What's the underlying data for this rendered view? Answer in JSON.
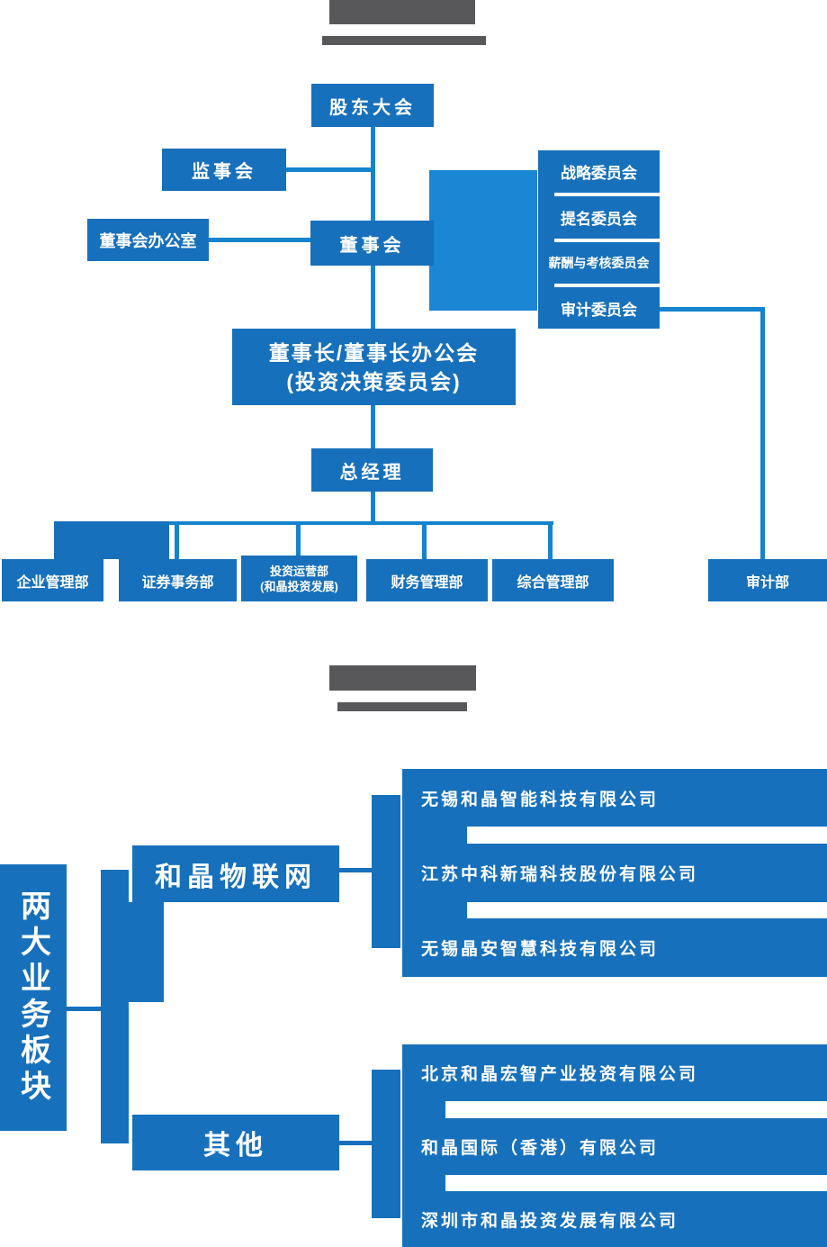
{
  "colors": {
    "primary_blue": "#1770bb",
    "light_blue_connector": "#1b86d3",
    "line_blue": "#1583cd",
    "title_bar_gray": "#58585a",
    "text_white": "#ffffff",
    "background": "#ffffff"
  },
  "section1": {
    "shareholders_meeting": "股东大会",
    "supervisory_board": "监事会",
    "board_office": "董事会办公室",
    "board_of_directors": "董事会",
    "committees": [
      "战略委员会",
      "提名委员会",
      "薪酬与考核委员会",
      "审计委员会"
    ],
    "chairman_line1": "董事长/董事长办公会",
    "chairman_line2": "(投资决策委员会)",
    "general_manager": "总经理",
    "departments": [
      {
        "name": "企业管理部"
      },
      {
        "name": "证券事务部"
      },
      {
        "name": "投资运营部",
        "sub": "(和晶投资发展)"
      },
      {
        "name": "财务管理部"
      },
      {
        "name": "综合管理部"
      }
    ],
    "audit_department": "审计部"
  },
  "section2": {
    "vertical_title": "两大业务板块",
    "branches": [
      {
        "label": "和晶物联网",
        "companies": [
          "无锡和晶智能科技有限公司",
          "江苏中科新瑞科技股份有限公司",
          "无锡晶安智慧科技有限公司"
        ]
      },
      {
        "label": "其他",
        "companies": [
          "北京和晶宏智产业投资有限公司",
          "和晶国际（香港）有限公司",
          "深圳市和晶投资发展有限公司"
        ]
      }
    ]
  }
}
